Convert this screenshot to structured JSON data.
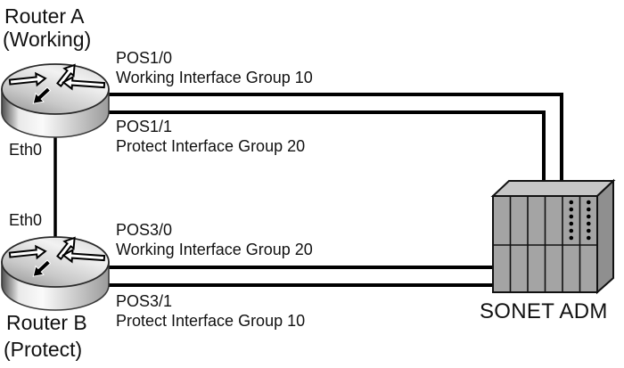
{
  "nodes": {
    "router_a": {
      "name": "Router A",
      "role": "(Working)",
      "eth_label": "Eth0"
    },
    "router_b": {
      "name": "Router B",
      "role": "(Protect)",
      "eth_label": "Eth0"
    },
    "sonet_adm": {
      "label": "SONET ADM"
    }
  },
  "links": [
    {
      "port": "POS1/0",
      "desc": "Working Interface Group 10"
    },
    {
      "port": "POS1/1",
      "desc": "Protect Interface Group 20"
    },
    {
      "port": "POS3/0",
      "desc": "Working Interface Group 20"
    },
    {
      "port": "POS3/1",
      "desc": "Protect Interface Group 10"
    }
  ],
  "colors": {
    "background": "#ffffff",
    "text": "#111111",
    "line": "#000000",
    "adm_top": "#c6c6c6",
    "adm_front": "#a4a4a4",
    "adm_side": "#8f8f8f",
    "router_light": "#f5f5f5",
    "router_dark": "#555555"
  }
}
